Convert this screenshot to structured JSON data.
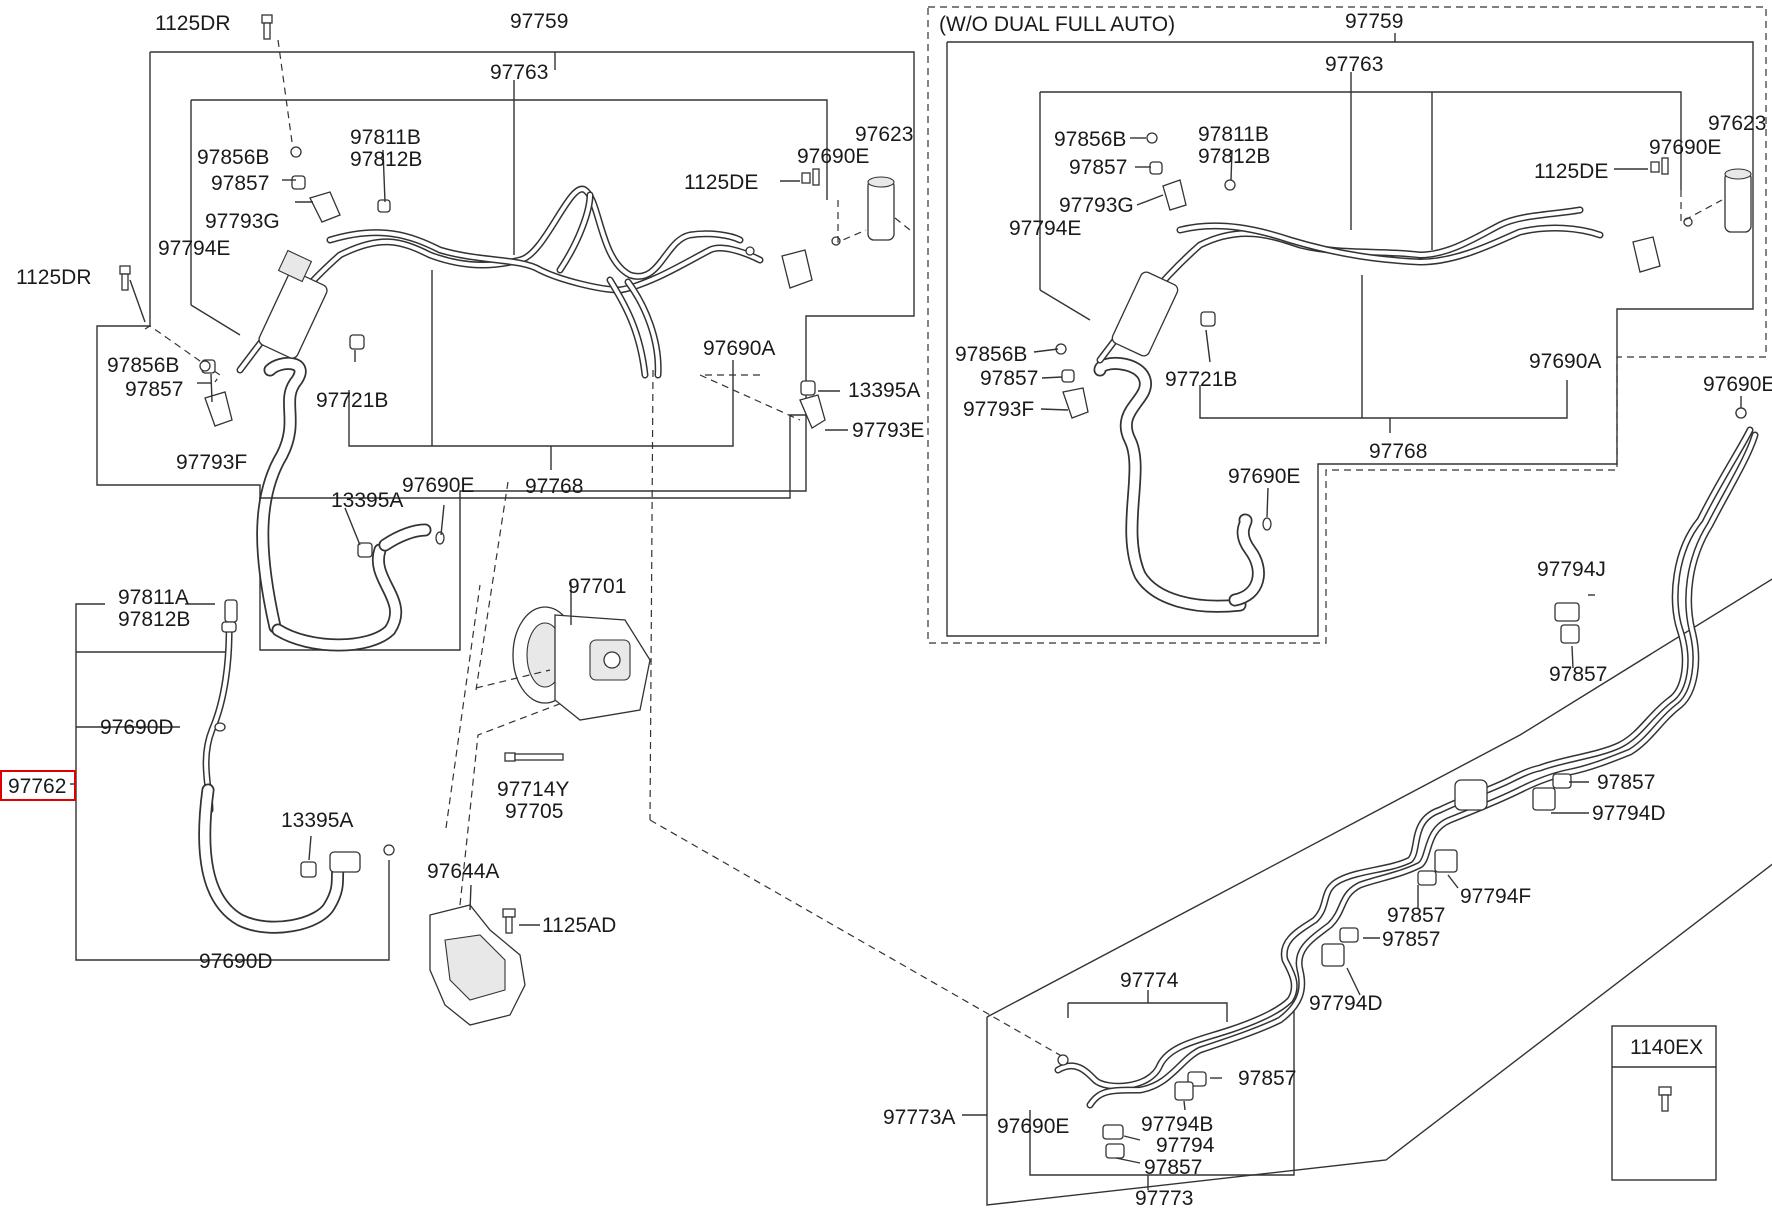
{
  "labels": {
    "variant_note": "(W/O DUAL FULL AUTO)",
    "p97759": "97759",
    "p97763": "97763",
    "p97768": "97768",
    "p97623": "97623",
    "p97690E": "97690E",
    "p97690A": "97690A",
    "p97690D": "97690D",
    "p1125DE": "1125DE",
    "p1125DR": "1125DR",
    "p1125AD": "1125AD",
    "p97856B": "97856B",
    "p97857": "97857",
    "p97793G": "97793G",
    "p97793F": "97793F",
    "p97793E": "97793E",
    "p97794E": "97794E",
    "p97811B": "97811B",
    "p97812B": "97812B",
    "p97811A": "97811A",
    "p97721B": "97721B",
    "p13395A": "13395A",
    "p97701": "97701",
    "p97714Y": "97714Y",
    "p97705": "97705",
    "p97644A": "97644A",
    "p97762": "97762",
    "p97794J": "97794J",
    "p97794D": "97794D",
    "p97794F": "97794F",
    "p97794B": "97794B",
    "p97794": "97794",
    "p97774": "97774",
    "p97773A": "97773A",
    "p97773": "97773",
    "p1140EX": "1140EX"
  },
  "highlight": {
    "part": "97762",
    "color": "#e00000"
  },
  "icons": [
    "bolt-icon",
    "nut-icon",
    "o-ring-icon",
    "clamp-icon",
    "receiver-drier-icon",
    "compressor-icon",
    "bracket-icon"
  ]
}
